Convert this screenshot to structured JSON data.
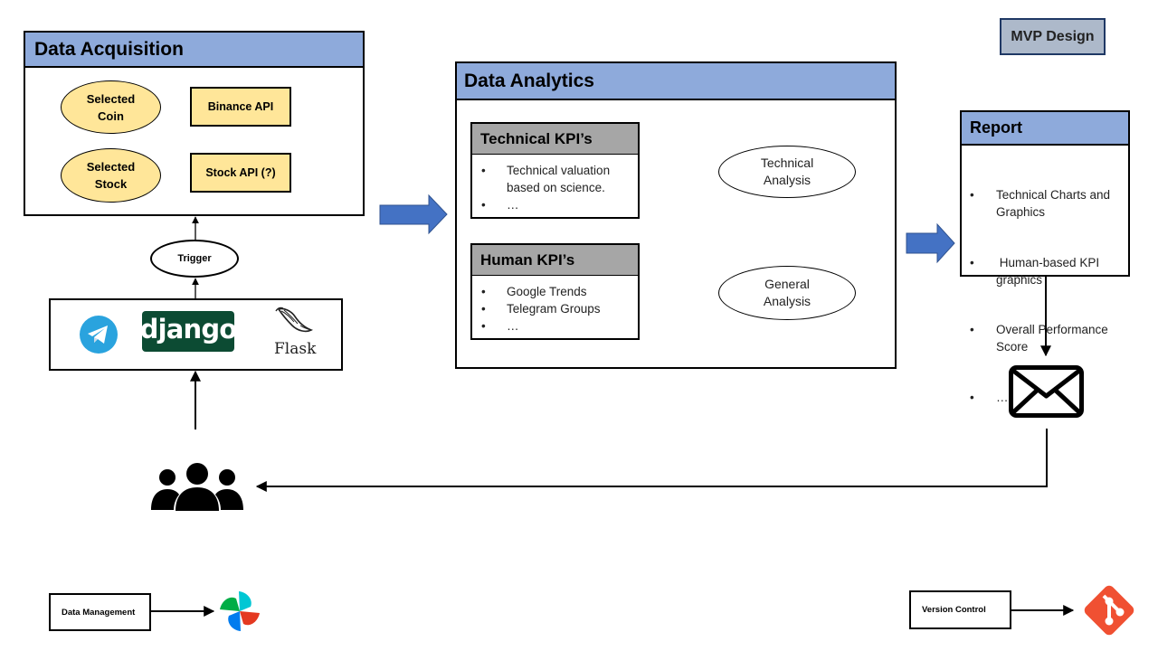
{
  "badge": {
    "label": "MVP Design"
  },
  "acquisition": {
    "title": "Data Acquisition",
    "rows": [
      {
        "input": "Selected\nCoin",
        "api": "Binance API"
      },
      {
        "input": "Selected\nStock",
        "api": "Stock API (?)"
      }
    ],
    "trigger": "Trigger"
  },
  "platforms": {
    "telegram_icon": "telegram-icon",
    "django_label": "django",
    "flask_label": "Flask"
  },
  "analytics": {
    "title": "Data Analytics",
    "technical": {
      "title": "Technical  KPI’s",
      "items": [
        "Technical valuation based on science.",
        "…"
      ],
      "result": "Technical\nAnalysis"
    },
    "human": {
      "title": "Human  KPI’s",
      "items": [
        "Google Trends",
        "Telegram Groups",
        "…"
      ],
      "result": "General\nAnalysis"
    }
  },
  "report": {
    "title": "Report",
    "items": [
      "Technical Charts and Graphics",
      " Human-based KPI graphics",
      "Overall Performance Score",
      "…"
    ]
  },
  "footer": {
    "data_management": "Data Management",
    "version_control": "Version Control"
  },
  "colors": {
    "header_blue": "#8eaadb",
    "badge_fill": "#adb9ca",
    "input_yellow": "#ffe699",
    "kpi_gray": "#a6a6a6",
    "flow_arrow": "#4472c4",
    "git_red": "#f05032",
    "django_green": "#0c4b33",
    "telegram_blue": "#2aa3de"
  }
}
